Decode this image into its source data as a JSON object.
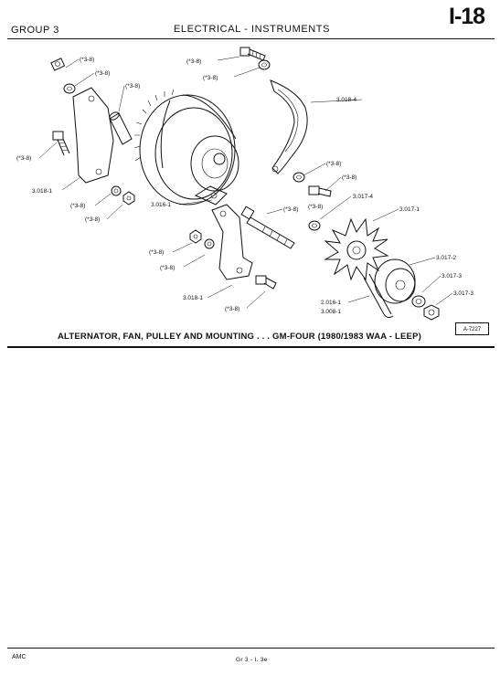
{
  "header": {
    "group": "GROUP 3",
    "section": "ELECTRICAL - INSTRUMENTS",
    "page": "I-18"
  },
  "diagram": {
    "labels": [
      "(*3-8)",
      "(*3-8)",
      "(*3-8)",
      "(*3-8)",
      "(*3-8)",
      "(*3-8)",
      "(*3-8)",
      "(*3-8)",
      "(*3-8)",
      "(*3-8)",
      "(*3-8)",
      "(*3-8)",
      "(*3-8)",
      "(*3-8)",
      "(*3-8)",
      "3.018-4",
      "3.018-1",
      "3.016-1",
      "3.017-4",
      "3.017-1",
      "3.017-2",
      "3.017-3",
      "3.017-3",
      "2.016-1",
      "3.008-1",
      "3.018-1"
    ]
  },
  "caption": "ALTERNATOR, FAN, PULLEY AND MOUNTING . . . GM-FOUR (1980/1983 WAA - LEEP)",
  "ref_code": "A-7227",
  "footer": {
    "maker": "AMC",
    "code": "Gr 3 - I. 3e"
  }
}
